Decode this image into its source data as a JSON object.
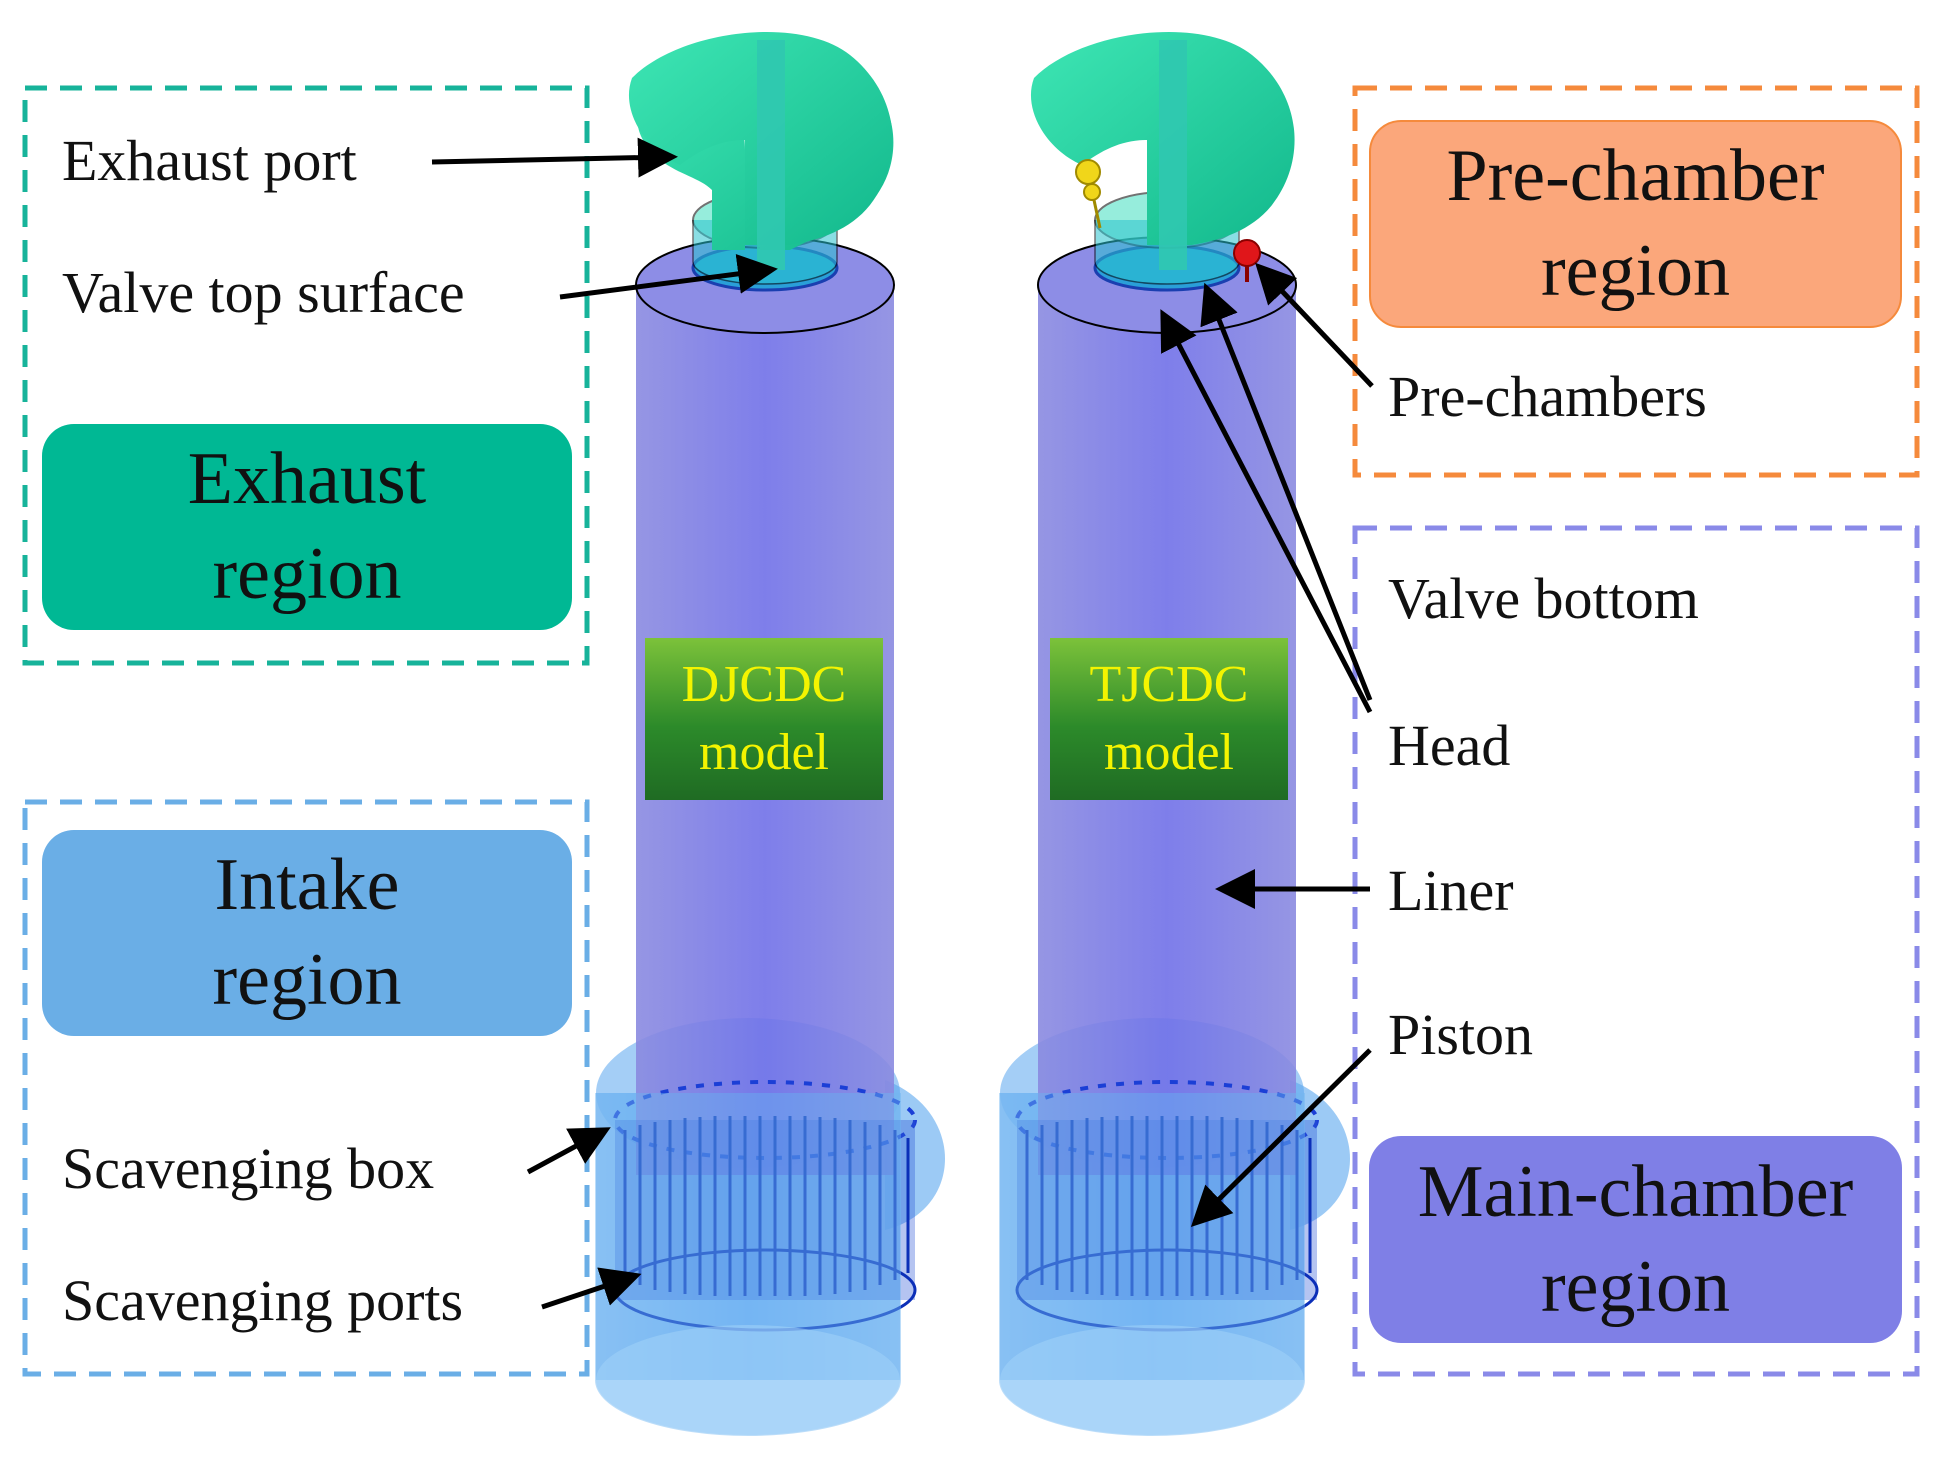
{
  "labels": {
    "exhaust_port": "Exhaust port",
    "valve_top_surface": "Valve top surface",
    "scavenging_box": "Scavenging box",
    "scavenging_ports": "Scavenging ports",
    "pre_chambers": "Pre-chambers",
    "valve_bottom": "Valve bottom",
    "head": "Head",
    "liner": "Liner",
    "piston": "Piston"
  },
  "regions": {
    "exhaust": {
      "line1": "Exhaust",
      "line2": "region",
      "color": "#00b894",
      "border": "#17b39a"
    },
    "intake": {
      "line1": "Intake",
      "line2": "region",
      "color": "#6aaee6",
      "border": "#6aaee6"
    },
    "pre_chamber": {
      "line1": "Pre-chamber",
      "line2": "region",
      "color": "#fba77b",
      "border": "#f58a3c"
    },
    "main_chamber": {
      "line1": "Main-chamber",
      "line2": "region",
      "color": "#7f7fe6",
      "border": "#8a8ae8"
    }
  },
  "models": {
    "left": {
      "line1": "DJCDC",
      "line2": "model"
    },
    "right": {
      "line1": "TJCDC",
      "line2": "model"
    }
  },
  "colors": {
    "exhaust_manifold": "#22d4a2",
    "liner": "#7b7be6",
    "scavenging_box": "#5aa6ee",
    "ports": "#1b3fd6",
    "pre_chamber_red": "#e0161a",
    "pre_chamber_yellow": "#f0d61a"
  }
}
